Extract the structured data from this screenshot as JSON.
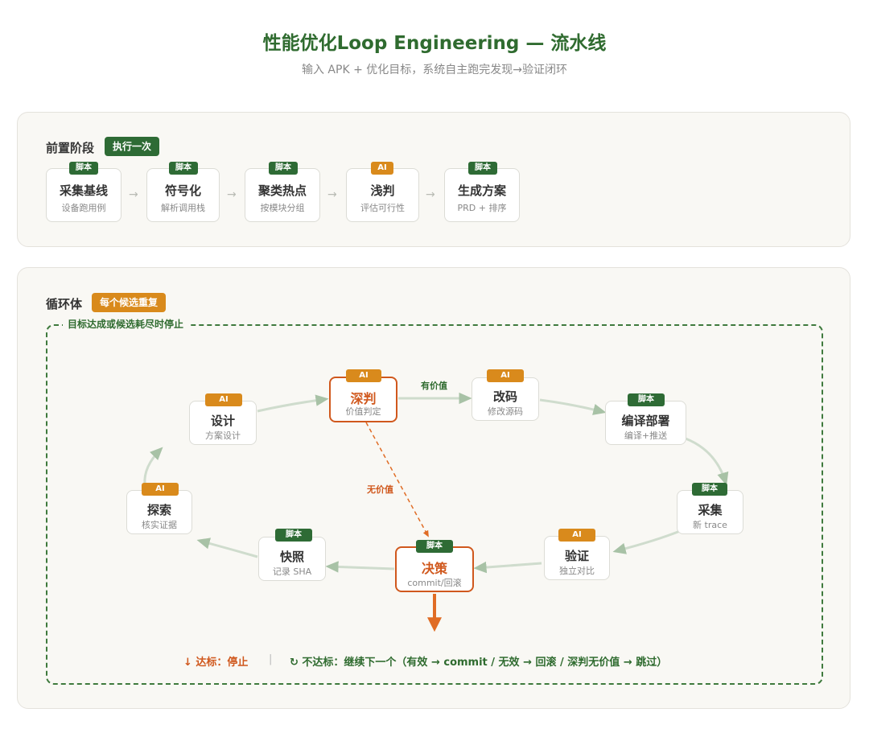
{
  "header": {
    "title": "性能优化Loop Engineering — 流水线",
    "subtitle": "输入 APK + 优化目标，系统自主跑完发现→验证闭环"
  },
  "pre_stage": {
    "title": "前置阶段",
    "badge": "执行一次",
    "steps": [
      {
        "tag": "脚本",
        "title": "采集基线",
        "sub": "设备跑用例"
      },
      {
        "tag": "脚本",
        "title": "符号化",
        "sub": "解析调用栈"
      },
      {
        "tag": "脚本",
        "title": "聚类热点",
        "sub": "按模块分组"
      },
      {
        "tag": "AI",
        "title": "浅判",
        "sub": "评估可行性"
      },
      {
        "tag": "脚本",
        "title": "生成方案",
        "sub": "PRD + 排序"
      }
    ],
    "arrow": "→"
  },
  "loop": {
    "title": "循环体",
    "badge": "每个候选重复",
    "stop_condition": "目标达成或候选耗尽时停止",
    "nodes": {
      "deep_judge": {
        "tag": "AI",
        "title": "深判",
        "sub": "价值判定"
      },
      "modify_code": {
        "tag": "AI",
        "title": "改码",
        "sub": "修改源码"
      },
      "build_deploy": {
        "tag": "脚本",
        "title": "编译部署",
        "sub": "编译+推送"
      },
      "collect": {
        "tag": "脚本",
        "title": "采集",
        "sub": "新 trace"
      },
      "verify": {
        "tag": "AI",
        "title": "验证",
        "sub": "独立对比"
      },
      "decide": {
        "tag": "脚本",
        "title": "决策",
        "sub": "commit/回滚"
      },
      "snapshot": {
        "tag": "脚本",
        "title": "快照",
        "sub": "记录 SHA"
      },
      "explore": {
        "tag": "AI",
        "title": "探索",
        "sub": "核实证据"
      },
      "design": {
        "tag": "AI",
        "title": "设计",
        "sub": "方案设计"
      }
    },
    "edge_valuable": "有价值",
    "edge_not_valuable": "无价值",
    "footer_stop": "↓ 达标：停止",
    "footer_sep": "|",
    "footer_continue": "↻ 不达标：继续下一个（有效 → commit  /  无效 → 回滚  /  深判无价值 → 跳过）"
  },
  "colors": {
    "green": "#2e6b35",
    "orange": "#d98a1c",
    "highlight": "#d0581d",
    "title_green": "#2f6b2f"
  }
}
